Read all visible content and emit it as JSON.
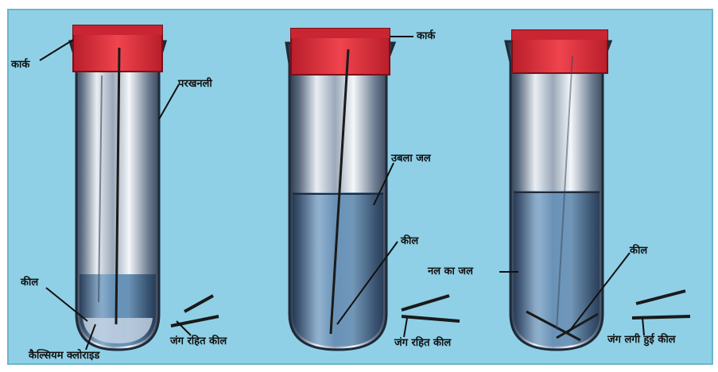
{
  "colors": {
    "background": "#8fd0e6",
    "cork": "#e8323c",
    "glass_edge": "#1f2a3a",
    "nail": "#1a1a1a",
    "oil_water_tint": "#3f78a8"
  },
  "tubes": [
    {
      "label_cork": "कार्क",
      "label_tube": "परखनली",
      "label_nail": "कील",
      "label_bottom": "कैल्सियम क्लोराइड",
      "label_loose_nails": "जंग रहित कील"
    },
    {
      "label_cork": "कार्क",
      "label_water": "उबला जल",
      "label_nail": "कील",
      "label_loose_nails": "जंग रहित कील"
    },
    {
      "label_water": "नल का जल",
      "label_nail": "कील",
      "label_loose_nails": "जंग लगी हुई कील"
    }
  ]
}
